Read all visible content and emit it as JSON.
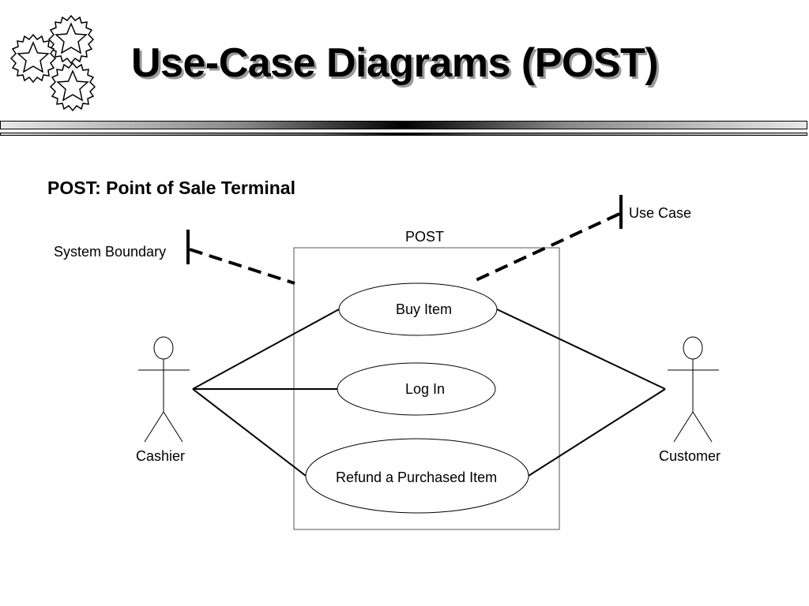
{
  "slide": {
    "title": "Use-Case Diagrams (POST)",
    "subtitle": "POST: Point of Sale Terminal"
  },
  "logo": {
    "icon": "stars-cluster-icon"
  },
  "diagram": {
    "system_name": "POST",
    "use_cases": [
      "Buy Item",
      "Log In",
      "Refund a Purchased Item"
    ],
    "actors": [
      "Cashier",
      "Customer"
    ],
    "callouts": {
      "system_boundary": "System Boundary",
      "use_case": "Use Case"
    }
  }
}
